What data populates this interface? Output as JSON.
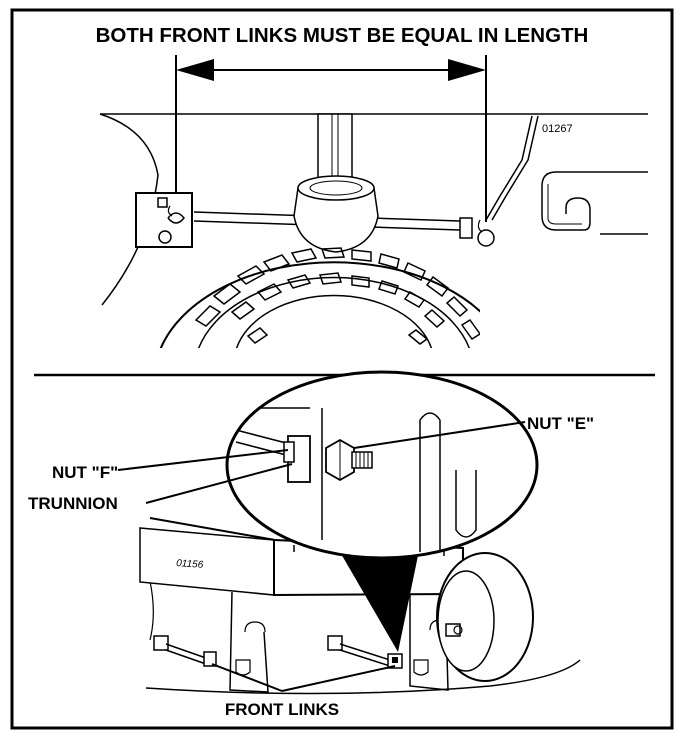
{
  "top_panel": {
    "heading": "BOTH FRONT LINKS MUST BE EQUAL IN LENGTH",
    "figure_code": "01267"
  },
  "bottom_panel": {
    "figure_code": "01156",
    "callouts": {
      "nut_e": "NUT \"E\"",
      "nut_f": "NUT \"F\"",
      "trunnion": "TRUNNION",
      "front_links": "FRONT LINKS"
    }
  },
  "colors": {
    "ink": "#000000",
    "paper": "#ffffff"
  }
}
